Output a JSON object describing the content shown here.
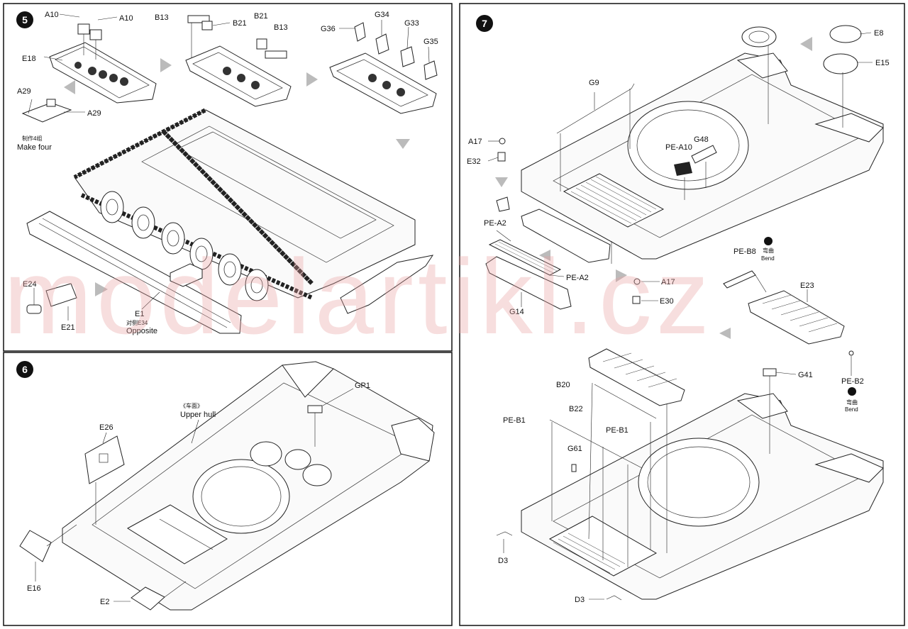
{
  "watermark": "modelartikl.cz",
  "steps": [
    {
      "number": "5"
    },
    {
      "number": "6"
    },
    {
      "number": "7"
    }
  ],
  "step5": {
    "labels": {
      "a10_left": "A10",
      "a10_right": "A10",
      "e18": "E18",
      "a29_left": "A29",
      "a29_right": "A29",
      "make_four_cn": "制作4组",
      "make_four": "Make four",
      "b13_left": "B13",
      "b21_left": "B21",
      "b21_right": "B21",
      "b13_right": "B13",
      "g36": "G36",
      "g34": "G34",
      "g33": "G33",
      "g35": "G35",
      "e24": "E24",
      "e21": "E21",
      "e1": "E1",
      "opposite_cn": "对侧E34",
      "opposite": "Opposite"
    }
  },
  "step6": {
    "labels": {
      "gp1": "GP1",
      "upper_hull_cn": "《车面》",
      "upper_hull": "Upper hull",
      "e26": "E26",
      "e16": "E16",
      "e2": "E2"
    }
  },
  "step7": {
    "labels": {
      "g9": "G9",
      "a17_top": "A17",
      "e32": "E32",
      "pe_a10": "PE-A10",
      "g48": "G48",
      "e8": "E8",
      "e15": "E15",
      "pe_a2_top": "PE-A2",
      "pe_a2_bottom": "PE-A2",
      "g14": "G14",
      "a17_mid": "A17",
      "e30": "E30",
      "pe_b8": "PE-B8",
      "bend_cn_1": "弯曲",
      "bend_1": "Bend",
      "e23": "E23",
      "pe_b2": "PE-B2",
      "bend_cn_2": "弯曲",
      "bend_2": "Bend",
      "b20": "B20",
      "g41": "G41",
      "b22": "B22",
      "pe_b1_left": "PE-B1",
      "pe_b1_right": "PE-B1",
      "g61": "G61",
      "d3_left": "D3",
      "d3_bottom": "D3"
    }
  }
}
